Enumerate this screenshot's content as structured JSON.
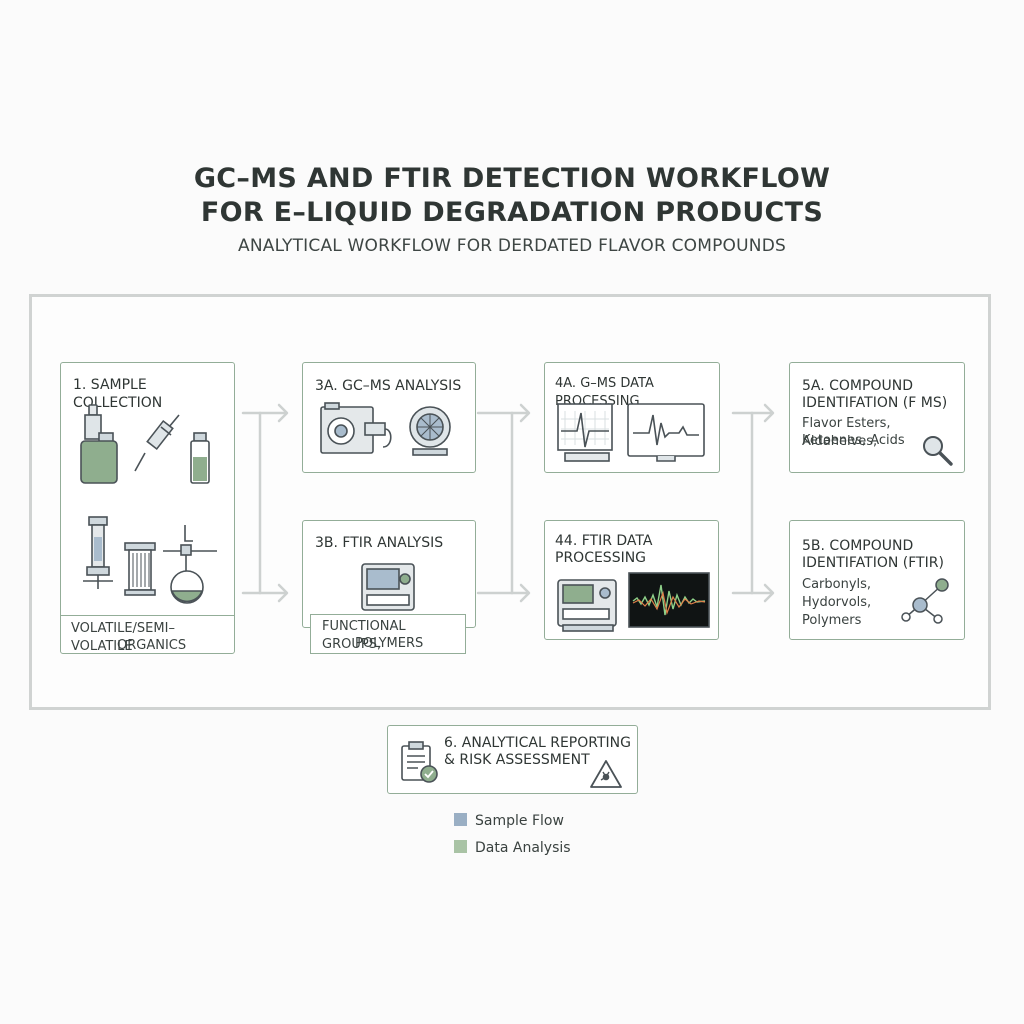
{
  "header": {
    "title_line1": "GC–MS AND FTIR DETECTION WORKFLOW",
    "title_line2": "FOR E–LIQUID DEGRADATION PRODUCTS",
    "subtitle": "ANALYTICAL WORKFLOW FOR DERDATED FLAVOR COMPOUNDS"
  },
  "nodes": {
    "sample": {
      "label": "1. SAMPLE COLLECTION",
      "desc_line1": "VOLATILE/SEMI–VOLATILE",
      "desc_line2": "ORGANICS"
    },
    "gcms": {
      "label": "3A. GC–MS ANALYSIS"
    },
    "ftir": {
      "label": "3B. FTIR ANALYSIS",
      "desc_line1": "FUNCTIONAL GROUPS,",
      "desc_line2": "POLYMERS"
    },
    "gcms_data": {
      "label": "4A. G–MS DATA PROCESSING"
    },
    "ftir_data": {
      "label_line1": "44. FTIR DATA",
      "label_line2": "PROCESSING"
    },
    "id_ms": {
      "label_line1": "5A. COMPOUND",
      "label_line2": "IDENTIFATION (F MS)",
      "desc_line1": "Flavor Esters, Aldahelves,",
      "desc_line2": "Ketoenes, Acids"
    },
    "id_ftir": {
      "label_line1": "5B. COMPOUND",
      "label_line2": "IDENTIFATION (FTIR)",
      "desc_line1": "Carbonyls,",
      "desc_line2": "Hydorvols,",
      "desc_line3": "Polymers"
    },
    "report": {
      "label_line1": "6. ANALYTICAL REPORTING",
      "label_line2": "& RISK ASSESSMENT"
    }
  },
  "legend": [
    {
      "label": "Sample Flow",
      "color": "#9aafc4"
    },
    {
      "label": "Data Analysis",
      "color": "#a9c3a5"
    }
  ],
  "colors": {
    "node_border": "#93ad98",
    "frame_border": "#d0d3d2",
    "connector": "#cdd1d0",
    "icon_stroke": "#4a5257",
    "icon_green": "#8fae8e",
    "icon_blue": "#a9bccd"
  },
  "icons": [
    "vape-device-icon",
    "syringe-icon",
    "vial-icon",
    "filter-column-icon",
    "cartridge-icon",
    "flask-icon",
    "gc-ms-instrument-icon",
    "detector-fan-icon",
    "ftir-instrument-icon",
    "chromatogram-monitor-icon",
    "spectrum-monitor-icon",
    "instrument-icon",
    "magnifier-icon",
    "molecule-icon",
    "clipboard-icon",
    "hazard-icon"
  ]
}
